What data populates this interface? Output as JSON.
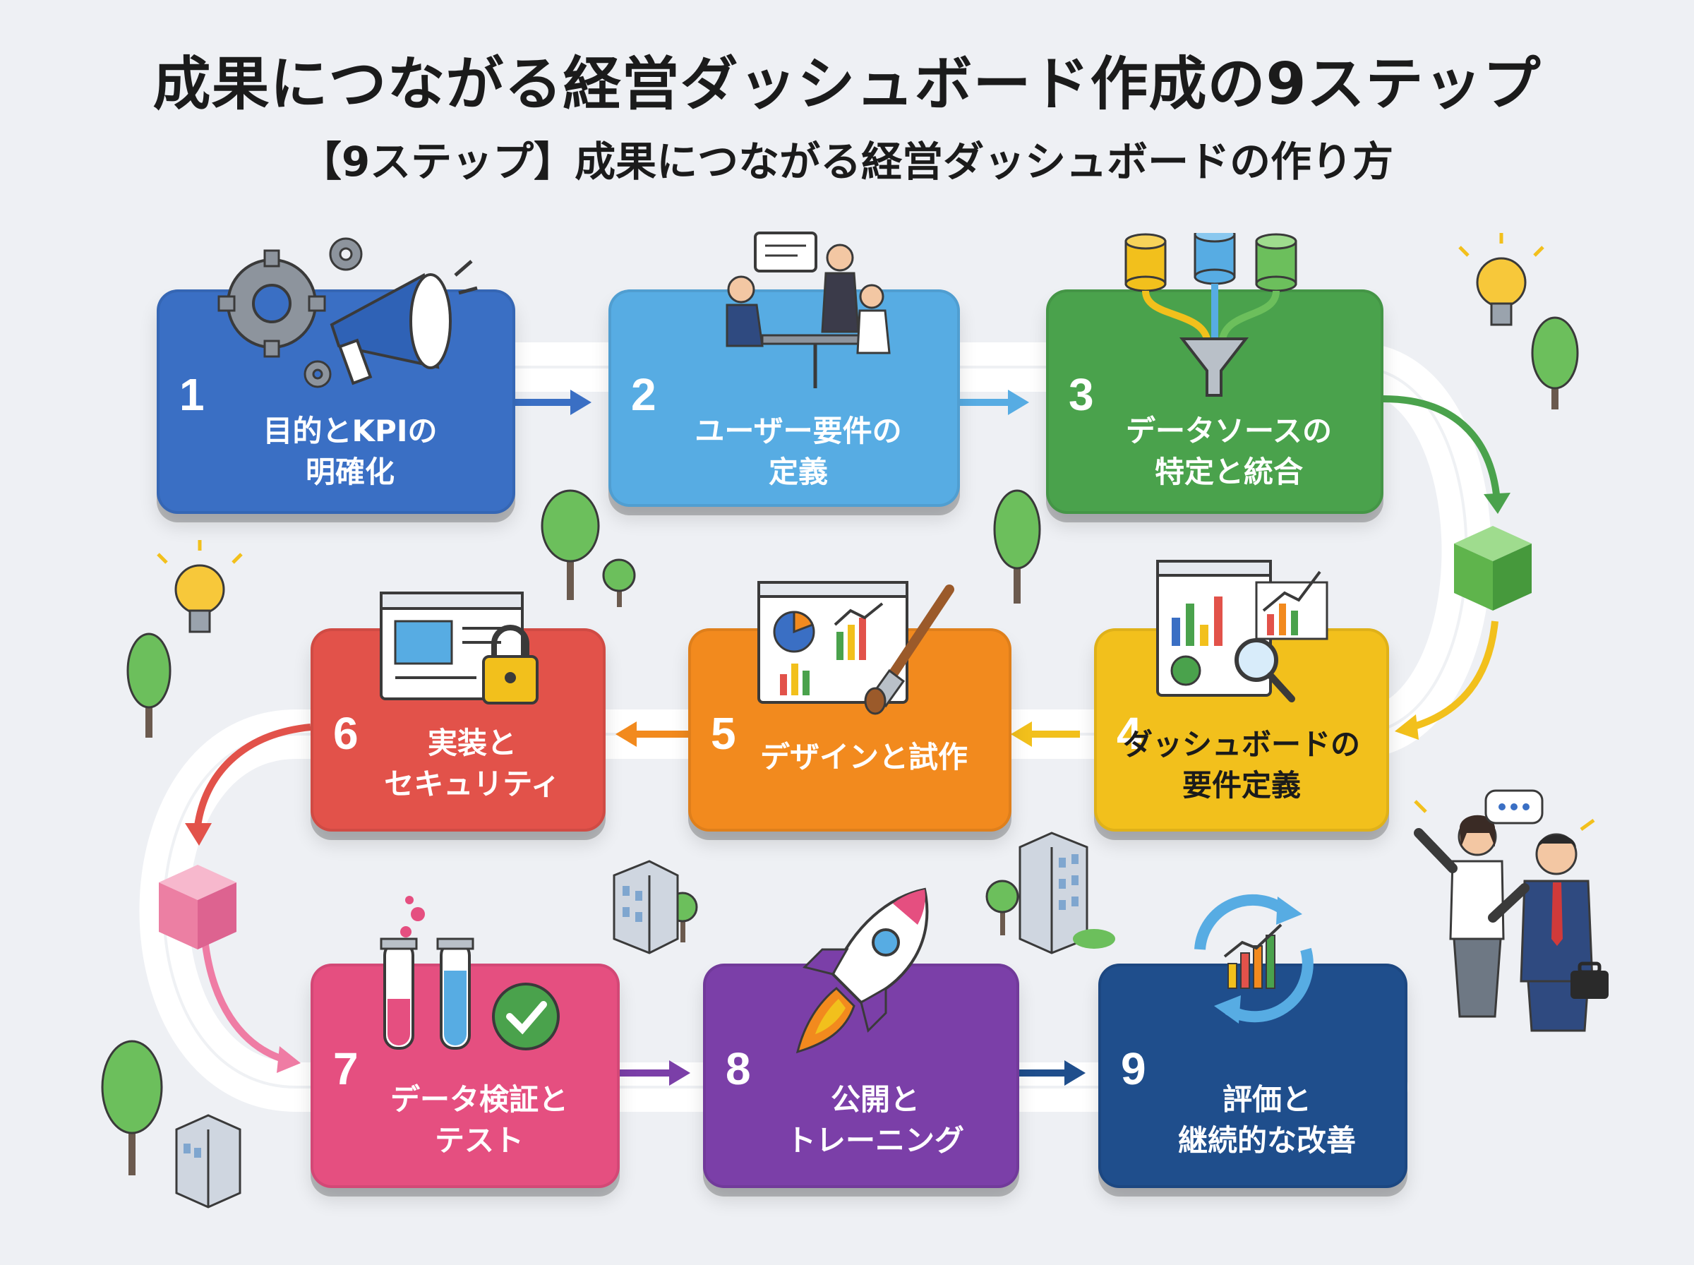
{
  "title": "成果につながる経営ダッシュボード作成の9ステップ",
  "subtitle": "【9ステップ】成果につながる経営ダッシュボードの作り方",
  "steps": [
    {
      "number": "1",
      "lines": [
        "目的とKPIの",
        "明確化"
      ],
      "color": "#3a6fc4",
      "icon": "megaphone-gears-icon"
    },
    {
      "number": "2",
      "lines": [
        "ユーザー要件の",
        "定義"
      ],
      "color": "#57ace3",
      "icon": "meeting-people-icon"
    },
    {
      "number": "3",
      "lines": [
        "データソースの",
        "特定と統合"
      ],
      "color": "#4aa24c",
      "icon": "database-funnel-icon"
    },
    {
      "number": "4",
      "lines": [
        "ダッシュボードの",
        "要件定義"
      ],
      "color": "#f2c01c",
      "icon": "dashboard-magnifier-icon"
    },
    {
      "number": "5",
      "lines": [
        "デザインと試作"
      ],
      "color": "#f28a1e",
      "icon": "dashboard-paintbrush-icon"
    },
    {
      "number": "6",
      "lines": [
        "実装と",
        "セキュリティ"
      ],
      "color": "#e2524a",
      "icon": "browser-lock-icon"
    },
    {
      "number": "7",
      "lines": [
        "データ検証と",
        "テスト"
      ],
      "color": "#e54f80",
      "icon": "test-tubes-check-icon"
    },
    {
      "number": "8",
      "lines": [
        "公開と",
        "トレーニング"
      ],
      "color": "#7b3fa8",
      "icon": "rocket-icon"
    },
    {
      "number": "9",
      "lines": [
        "評価と",
        "継続的な改善"
      ],
      "color": "#1f4e8c",
      "icon": "cycle-chart-icon"
    }
  ]
}
